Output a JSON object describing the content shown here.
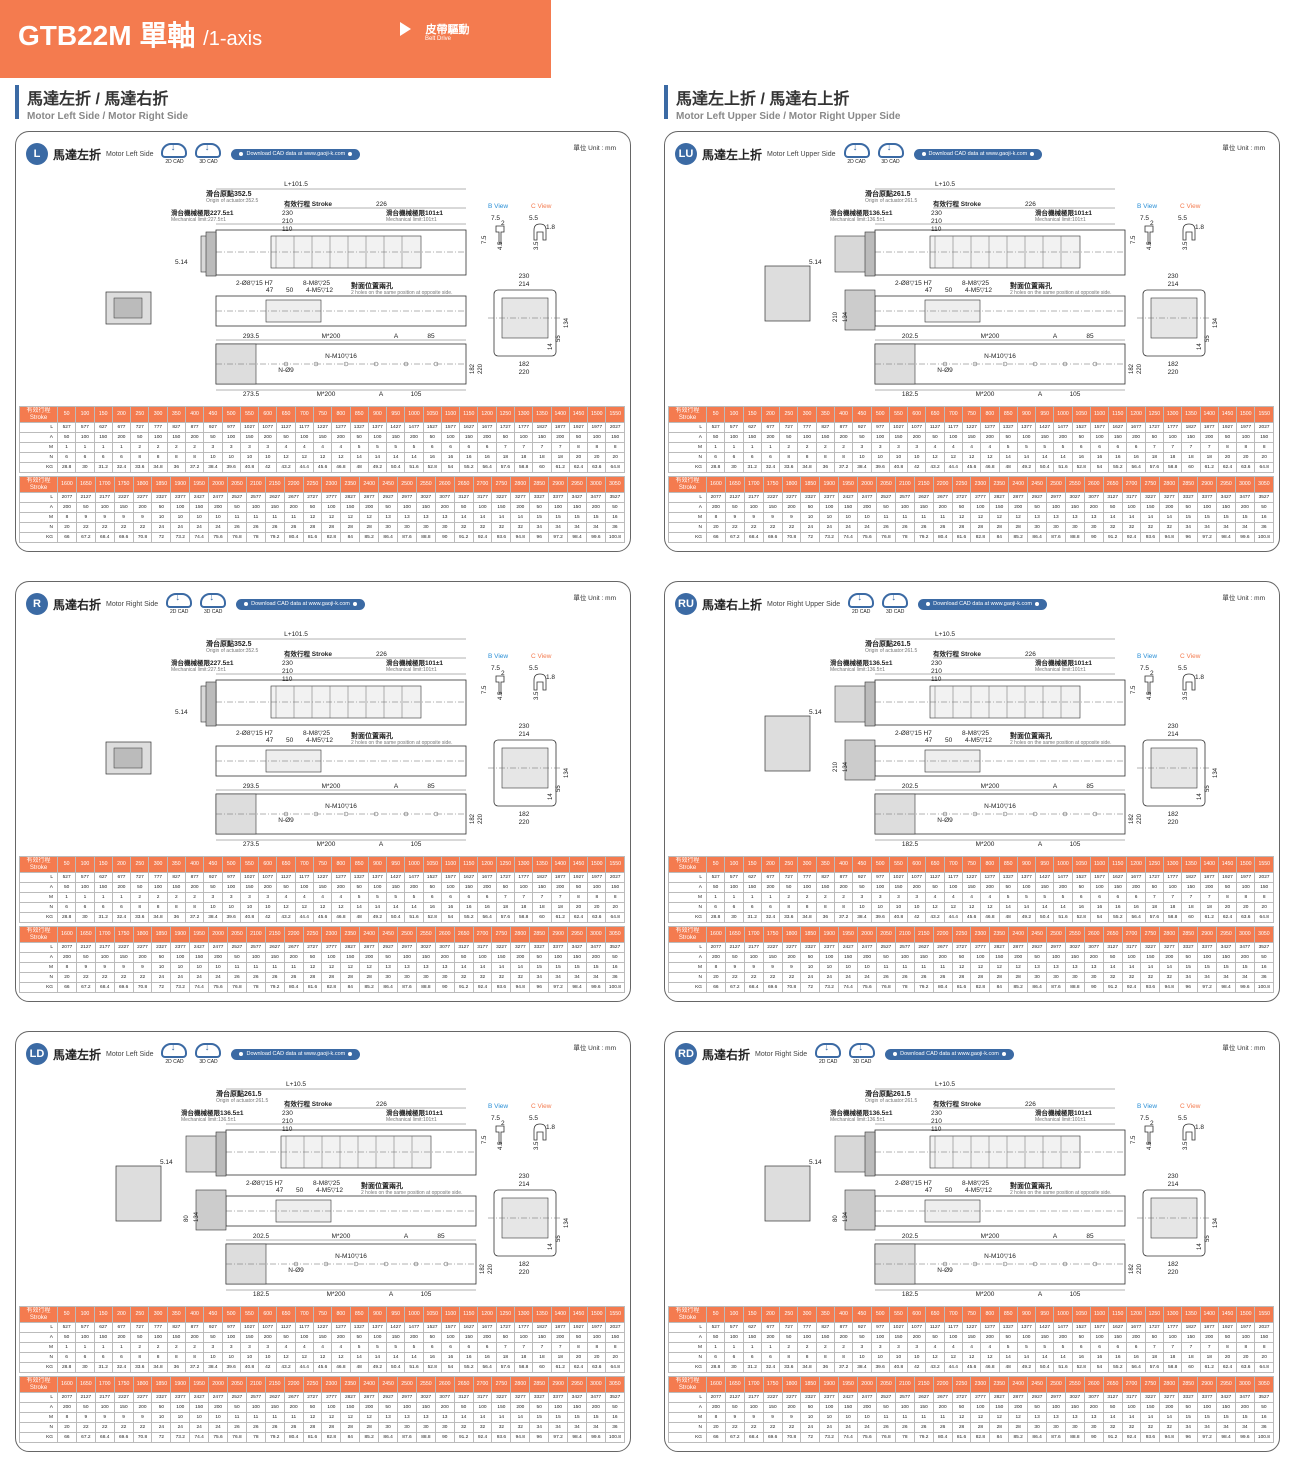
{
  "header": {
    "model": "GTB22M",
    "axis_zh": "單軸",
    "axis_en": "/1-axis",
    "drive_zh": "皮帶驅動",
    "drive_en": "Belt Drive"
  },
  "sections": [
    {
      "zh": "馬達左折 / 馬達右折",
      "en": "Motor Left Side / Motor Right Side"
    },
    {
      "zh": "馬達左上折 / 馬達右上折",
      "en": "Motor Left Upper Side / Motor Right Upper Side"
    }
  ],
  "common": {
    "unit": "單位 Unit : mm",
    "cad2d": "2D CAD",
    "cad3d": "3D CAD",
    "download": "Download CAD data at  www.gaoji-k.com",
    "stroke_zh": "有效行程",
    "stroke_en": "Stroke",
    "dims": {
      "L_total": "L+101.5",
      "L_total_upper": "L+10.5",
      "origin_zh_a": "滑台原點352.5",
      "origin_en_a": "Origin of actuator:352.5",
      "origin_zh_b": "滑台原點261.5",
      "origin_en_b": "Origin of actuator:261.5",
      "stroke_label": "有效行程 Stroke",
      "d226": "226",
      "mech_zh_a": "滑台機械極限227.5±1",
      "mech_en_a": "Mechanical limit:227.5±1",
      "mech_zh_b": "滑台機械極限136.5±1",
      "mech_en_b": "Mechanical limit:136.5±1",
      "mech_r_zh": "滑台機械極限101±1",
      "mech_r_en": "Mechanical limit:101±1",
      "d230": "230",
      "d210": "210",
      "d110": "110",
      "d514": "5.14",
      "hole1": "2-Ø8▽15 H7",
      "hole2": "8-M8▽25",
      "hole3": "4-M5▽12",
      "d47": "47",
      "d50": "50",
      "opp_zh": "對面位置兩孔",
      "opp_en": "2 holes on the same position at opposite side.",
      "d2935": "293.5",
      "d2025": "202.5",
      "m200": "M*200",
      "a": "A",
      "d85": "85",
      "nm10": "N-M10▽16",
      "n9": "N-Ø9",
      "d2735": "273.5",
      "d1825": "182.5",
      "d105": "105",
      "d182": "182",
      "d220": "220",
      "d214": "214",
      "d134": "134",
      "d55": "55",
      "d14": "14",
      "d80": "80",
      "bview": "B View",
      "cview": "C View",
      "d75": "7.5",
      "d2": "2",
      "d45": "4.5",
      "d55s": "5.5",
      "d18": "1.8",
      "d35": "3.5"
    },
    "table1": {
      "stroke": [
        "50",
        "100",
        "150",
        "200",
        "250",
        "300",
        "350",
        "400",
        "450",
        "500",
        "550",
        "600",
        "650",
        "700",
        "750",
        "800",
        "850",
        "900",
        "950",
        "1000",
        "1050",
        "1100",
        "1150",
        "1200",
        "1250",
        "1300",
        "1350",
        "1400",
        "1450",
        "1500",
        "1550"
      ],
      "L": [
        "527",
        "577",
        "627",
        "677",
        "727",
        "777",
        "827",
        "877",
        "927",
        "977",
        "1027",
        "1077",
        "1127",
        "1177",
        "1227",
        "1277",
        "1327",
        "1377",
        "1427",
        "1477",
        "1527",
        "1577",
        "1627",
        "1677",
        "1727",
        "1777",
        "1827",
        "1877",
        "1927",
        "1977",
        "2027"
      ],
      "A": [
        "50",
        "100",
        "150",
        "200",
        "50",
        "100",
        "150",
        "200",
        "50",
        "100",
        "150",
        "200",
        "50",
        "100",
        "150",
        "200",
        "50",
        "100",
        "150",
        "200",
        "50",
        "100",
        "150",
        "200",
        "50",
        "100",
        "150",
        "200",
        "50",
        "100",
        "150"
      ],
      "M": [
        "1",
        "1",
        "1",
        "1",
        "2",
        "2",
        "2",
        "2",
        "3",
        "3",
        "3",
        "3",
        "4",
        "4",
        "4",
        "4",
        "5",
        "5",
        "5",
        "5",
        "6",
        "6",
        "6",
        "6",
        "7",
        "7",
        "7",
        "7",
        "8",
        "8",
        "8"
      ],
      "N": [
        "6",
        "6",
        "6",
        "6",
        "8",
        "8",
        "8",
        "8",
        "10",
        "10",
        "10",
        "10",
        "12",
        "12",
        "12",
        "12",
        "14",
        "14",
        "14",
        "14",
        "16",
        "16",
        "16",
        "16",
        "18",
        "18",
        "18",
        "18",
        "20",
        "20",
        "20"
      ],
      "KG": [
        "28.8",
        "30",
        "31.2",
        "32.4",
        "33.6",
        "34.8",
        "36",
        "37.2",
        "38.4",
        "39.6",
        "40.8",
        "42",
        "43.2",
        "44.4",
        "45.6",
        "46.8",
        "48",
        "49.2",
        "50.4",
        "51.6",
        "52.8",
        "54",
        "55.2",
        "56.4",
        "57.6",
        "58.8",
        "60",
        "61.2",
        "62.4",
        "63.6",
        "64.8"
      ]
    },
    "table2": {
      "stroke": [
        "1600",
        "1650",
        "1700",
        "1750",
        "1800",
        "1850",
        "1900",
        "1950",
        "2000",
        "2050",
        "2100",
        "2150",
        "2200",
        "2250",
        "2300",
        "2350",
        "2400",
        "2450",
        "2500",
        "2550",
        "2600",
        "2650",
        "2700",
        "2750",
        "2800",
        "2850",
        "2900",
        "2950",
        "3000",
        "3050"
      ],
      "L": [
        "2077",
        "2127",
        "2177",
        "2227",
        "2277",
        "2327",
        "2377",
        "2427",
        "2477",
        "2527",
        "2577",
        "2627",
        "2677",
        "2727",
        "2777",
        "2827",
        "2877",
        "2927",
        "2977",
        "3027",
        "3077",
        "3127",
        "3177",
        "3227",
        "3277",
        "3327",
        "3377",
        "3427",
        "3477",
        "3527"
      ],
      "A": [
        "200",
        "50",
        "100",
        "150",
        "200",
        "50",
        "100",
        "150",
        "200",
        "50",
        "100",
        "150",
        "200",
        "50",
        "100",
        "150",
        "200",
        "50",
        "100",
        "150",
        "200",
        "50",
        "100",
        "150",
        "200",
        "50",
        "100",
        "150",
        "200",
        "50"
      ],
      "M": [
        "8",
        "9",
        "9",
        "9",
        "9",
        "10",
        "10",
        "10",
        "10",
        "11",
        "11",
        "11",
        "11",
        "12",
        "12",
        "12",
        "12",
        "13",
        "13",
        "13",
        "13",
        "14",
        "14",
        "14",
        "14",
        "15",
        "15",
        "15",
        "15",
        "16"
      ],
      "N": [
        "20",
        "22",
        "22",
        "22",
        "22",
        "24",
        "24",
        "24",
        "24",
        "26",
        "26",
        "26",
        "26",
        "28",
        "28",
        "28",
        "28",
        "30",
        "30",
        "30",
        "30",
        "32",
        "32",
        "32",
        "32",
        "34",
        "34",
        "34",
        "34",
        "36"
      ],
      "KG": [
        "66",
        "67.2",
        "68.4",
        "69.6",
        "70.8",
        "72",
        "73.2",
        "74.4",
        "75.6",
        "76.8",
        "78",
        "79.2",
        "80.4",
        "81.6",
        "82.8",
        "84",
        "85.2",
        "86.4",
        "87.6",
        "88.8",
        "90",
        "91.2",
        "92.4",
        "93.6",
        "94.8",
        "96",
        "97.2",
        "98.4",
        "99.6",
        "100.8"
      ]
    }
  },
  "panels": [
    {
      "code": "L",
      "zh": "馬達左折",
      "en": "Motor Left Side"
    },
    {
      "code": "LU",
      "zh": "馬達左上折",
      "en": "Motor Left Upper Side"
    },
    {
      "code": "R",
      "zh": "馬達右折",
      "en": "Motor Right Side"
    },
    {
      "code": "RU",
      "zh": "馬達右上折",
      "en": "Motor Right Upper Side"
    },
    {
      "code": "LD",
      "zh": "馬達左折",
      "en": "Motor Left Side"
    },
    {
      "code": "RD",
      "zh": "馬達右折",
      "en": "Motor Right Side"
    }
  ],
  "colors": {
    "accent": "#f47b4f",
    "blue": "#3b6aa4",
    "bview": "#2a8fd6",
    "cview": "#f47b4f"
  }
}
